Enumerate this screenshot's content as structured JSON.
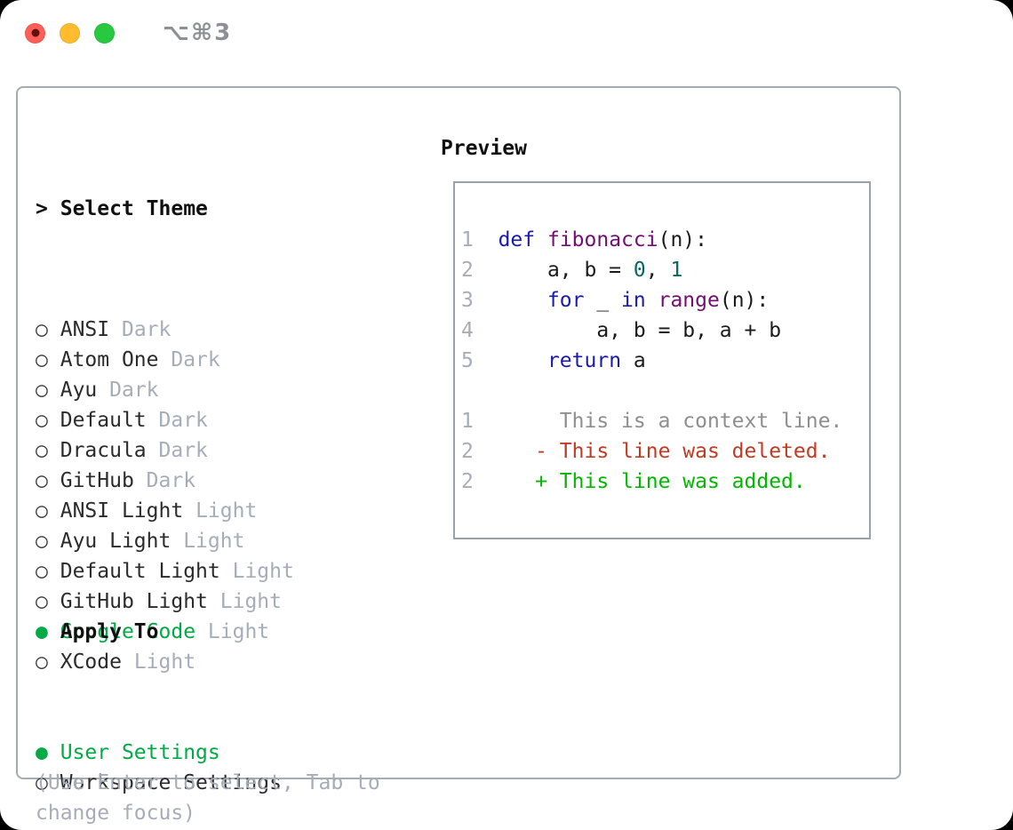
{
  "window": {
    "title": "⌥⌘3"
  },
  "traffic_lights": {
    "close_color": "#ff5f57",
    "minimize_color": "#febc2e",
    "zoom_color": "#28c840"
  },
  "theme_selector": {
    "header_marker": ">",
    "header": "Select Theme",
    "marker_selected": "●",
    "marker_unselected": "○",
    "themes": [
      {
        "name": "ANSI",
        "variant": "Dark",
        "selected": false
      },
      {
        "name": "Atom One",
        "variant": "Dark",
        "selected": false
      },
      {
        "name": "Ayu",
        "variant": "Dark",
        "selected": false
      },
      {
        "name": "Default",
        "variant": "Dark",
        "selected": false
      },
      {
        "name": "Dracula",
        "variant": "Dark",
        "selected": false
      },
      {
        "name": "GitHub",
        "variant": "Dark",
        "selected": false
      },
      {
        "name": "ANSI Light",
        "variant": "Light",
        "selected": false
      },
      {
        "name": "Ayu Light",
        "variant": "Light",
        "selected": false
      },
      {
        "name": "Default Light",
        "variant": "Light",
        "selected": false
      },
      {
        "name": "GitHub Light",
        "variant": "Light",
        "selected": false
      },
      {
        "name": "Google Code",
        "variant": "Light",
        "selected": true
      },
      {
        "name": "XCode",
        "variant": "Light",
        "selected": false
      }
    ],
    "apply_header": "Apply To",
    "apply_targets": [
      {
        "name": "User Settings",
        "selected": true
      },
      {
        "name": "Workspace Settings",
        "selected": false
      }
    ],
    "hint_lines": [
      "(Use Enter to select, Tab to",
      "change focus)"
    ]
  },
  "preview": {
    "heading": "Preview",
    "lines": [
      {
        "segments": [
          [
            "gut",
            "1"
          ],
          [
            "pl",
            "  "
          ],
          [
            "kw",
            "def"
          ],
          [
            "pl",
            " "
          ],
          [
            "fn",
            "fibonacci"
          ],
          [
            "pl",
            "(n):"
          ]
        ]
      },
      {
        "segments": [
          [
            "gut",
            "2"
          ],
          [
            "pl",
            "      a, b = "
          ],
          [
            "num",
            "0"
          ],
          [
            "pl",
            ", "
          ],
          [
            "num",
            "1"
          ]
        ]
      },
      {
        "segments": [
          [
            "gut",
            "3"
          ],
          [
            "pl",
            "      "
          ],
          [
            "kw",
            "for"
          ],
          [
            "pl",
            " _ "
          ],
          [
            "kw",
            "in"
          ],
          [
            "pl",
            " "
          ],
          [
            "fn",
            "range"
          ],
          [
            "pl",
            "(n):"
          ]
        ]
      },
      {
        "segments": [
          [
            "gut",
            "4"
          ],
          [
            "pl",
            "          a, b = b, a + b"
          ]
        ]
      },
      {
        "segments": [
          [
            "gut",
            "5"
          ],
          [
            "pl",
            "      "
          ],
          [
            "kw",
            "return"
          ],
          [
            "pl",
            " a"
          ]
        ]
      },
      {
        "segments": []
      },
      {
        "segments": [
          [
            "gut",
            "1"
          ],
          [
            "ctx",
            "       This is a context line."
          ]
        ]
      },
      {
        "segments": [
          [
            "gut",
            "2"
          ],
          [
            "del",
            "     - This line was deleted."
          ]
        ]
      },
      {
        "segments": [
          [
            "gut",
            "2"
          ],
          [
            "add",
            "     + This line was added."
          ]
        ]
      }
    ]
  },
  "colors": {
    "accent_green": "#00ab45",
    "muted_gray": "#a6adb9",
    "gutter_gray": "#a6adb9",
    "keyword_blue": "#1a1aae",
    "function_purple": "#750d75",
    "number_teal": "#066666",
    "context_gray": "#8e8e8e",
    "diff_added_green": "#00b800",
    "diff_deleted_red": "#c23a22"
  }
}
